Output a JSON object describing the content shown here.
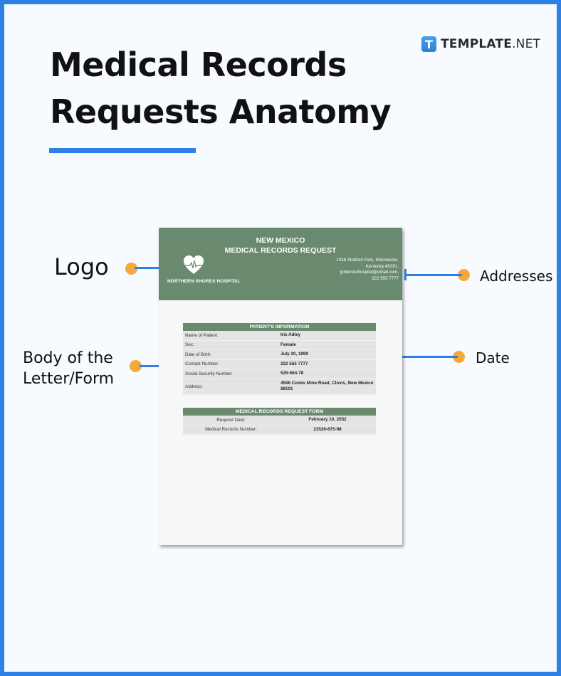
{
  "title": {
    "line1": "Medical Records",
    "line2": "Requests Anatomy"
  },
  "brand": {
    "icon_letter": "T",
    "name_bold": "TEMPLATE",
    "name_suffix": ".NET"
  },
  "colors": {
    "accent_blue": "#2f80e4",
    "dot_orange": "#f5a93a",
    "doc_green": "#6a8a70"
  },
  "annotations": [
    {
      "label": "Logo",
      "side": "left"
    },
    {
      "label": "Addresses",
      "side": "right"
    },
    {
      "label": "Body of the Letter/Form",
      "line1": "Body of the",
      "line2": "Letter/Form",
      "side": "left"
    },
    {
      "label": "Date",
      "side": "right"
    }
  ],
  "document": {
    "title_line1": "NEW MEXICO",
    "title_line2": "MEDICAL RECORDS REQUEST",
    "logo_icon": "heart-pulse-icon",
    "organization": "NORTHERN SHORES HOSPITAL",
    "address": {
      "line1": "1036 Straford Park, Winchester,",
      "line2": "Kentucky 40391,",
      "line3": "goldcresthospital@email.com,",
      "line4": "222 555 7777"
    },
    "patient_info": {
      "heading": "PATIENT'S INFORMATION",
      "rows": [
        {
          "key": "Name of Patient:",
          "value": "Iris Adley"
        },
        {
          "key": "Sex:",
          "value": "Female"
        },
        {
          "key": "Date of Birth:",
          "value": "July 20, 1999"
        },
        {
          "key": "Contact Number:",
          "value": "222 555 7777"
        },
        {
          "key": "Social Security Number",
          "value": "525-564-78"
        },
        {
          "key": "Address:",
          "value": "4596 Cooks Mine Road, Clovis, New Mexico 88101"
        }
      ]
    },
    "request_form": {
      "heading": "MEDICAL RECORDS REQUEST FORM",
      "rows": [
        {
          "key": "Request Date:",
          "value": "February 10, 2052"
        },
        {
          "key": "Medical Records Number:",
          "value": "23526-675-98"
        }
      ]
    }
  }
}
